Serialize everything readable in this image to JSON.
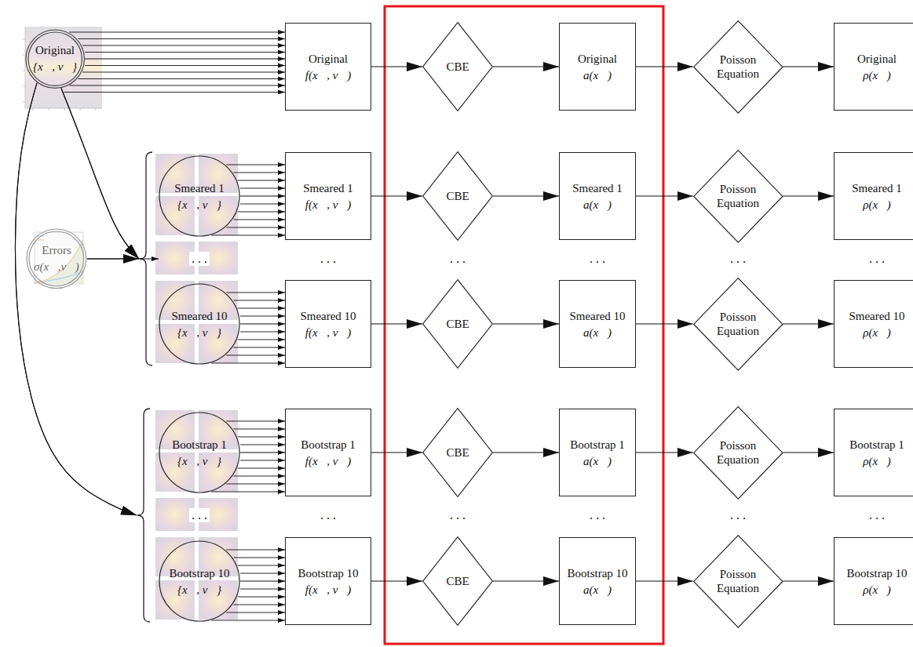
{
  "diagram": {
    "nodes": [
      {
        "text": [
          "Original",
          "{x⃗, v⃗}"
        ]
      },
      {
        "text": [
          "Original",
          "f(x⃗, v⃗)"
        ]
      },
      {
        "text": [
          "CBE"
        ]
      },
      {
        "text": [
          "Original",
          "a(x⃗)"
        ]
      },
      {
        "text": [
          "Poisson Equation"
        ]
      },
      {
        "text": [
          "Original",
          "ρ(x⃗)"
        ]
      },
      {
        "text": [
          "Errors",
          "σ(x⃗,v⃗)"
        ]
      },
      {
        "text": [
          "Smeared 1",
          "{x⃗, v⃗}"
        ]
      },
      {
        "text": [
          "Smeared 1",
          "f(x⃗, v⃗)"
        ]
      },
      {
        "text": [
          "CBE"
        ]
      },
      {
        "text": [
          "Smeared 1",
          "a(x⃗)"
        ]
      },
      {
        "text": [
          "Poisson Equation"
        ]
      },
      {
        "text": [
          "Smeared 1",
          "ρ(x⃗)"
        ]
      },
      {
        "text": [
          "Smeared 10",
          "{x⃗, v⃗}"
        ]
      },
      {
        "text": [
          "Smeared 10",
          "f(x⃗, v⃗)"
        ]
      },
      {
        "text": [
          "CBE"
        ]
      },
      {
        "text": [
          "Smeared 10",
          "a(x⃗)"
        ]
      },
      {
        "text": [
          "Poisson Equation"
        ]
      },
      {
        "text": [
          "Smeared 10",
          "ρ(x⃗)"
        ]
      },
      {
        "text": [
          "Bootstrap 1",
          "{x⃗, v⃗}"
        ]
      },
      {
        "text": [
          "Bootstrap 1",
          "f(x⃗, v⃗)"
        ]
      },
      {
        "text": [
          "CBE"
        ]
      },
      {
        "text": [
          "Bootstrap 1",
          "a(x⃗)"
        ]
      },
      {
        "text": [
          "Poisson Equation"
        ]
      },
      {
        "text": [
          "Bootstrap 1",
          "ρ(x⃗)"
        ]
      },
      {
        "text": [
          "Bootstrap 10",
          "{x⃗, v⃗}"
        ]
      },
      {
        "text": [
          "Bootstrap 10",
          "f(x⃗, v⃗)"
        ]
      },
      {
        "text": [
          "CBE"
        ]
      },
      {
        "text": [
          "Bootstrap 10",
          "a(x⃗)"
        ]
      },
      {
        "text": [
          "Poisson Equation"
        ]
      },
      {
        "text": [
          "Bootstrap 10",
          "ρ(x⃗)"
        ]
      }
    ],
    "edges": [
      {
        "from": 0,
        "to": 1,
        "arrow": "to"
      },
      {
        "from": 1,
        "to": 2,
        "arrow": "to"
      },
      {
        "from": 2,
        "to": 3,
        "arrow": "to"
      },
      {
        "from": 3,
        "to": 4,
        "arrow": "to"
      },
      {
        "from": 4,
        "to": 5,
        "arrow": "to"
      },
      {
        "from": 0,
        "to": 7,
        "arrow": "to"
      },
      {
        "from": 0,
        "to": 13,
        "arrow": "to"
      },
      {
        "from": 6,
        "to": 7,
        "arrow": "to"
      },
      {
        "from": 6,
        "to": 13,
        "arrow": "to"
      },
      {
        "from": 0,
        "to": 19,
        "arrow": "to"
      },
      {
        "from": 0,
        "to": 25,
        "arrow": "to"
      },
      {
        "from": 7,
        "to": 8,
        "arrow": "to"
      },
      {
        "from": 8,
        "to": 9,
        "arrow": "to"
      },
      {
        "from": 9,
        "to": 10,
        "arrow": "to"
      },
      {
        "from": 10,
        "to": 11,
        "arrow": "to"
      },
      {
        "from": 11,
        "to": 12,
        "arrow": "to"
      },
      {
        "from": 13,
        "to": 14,
        "arrow": "to"
      },
      {
        "from": 14,
        "to": 15,
        "arrow": "to"
      },
      {
        "from": 15,
        "to": 16,
        "arrow": "to"
      },
      {
        "from": 16,
        "to": 17,
        "arrow": "to"
      },
      {
        "from": 17,
        "to": 18,
        "arrow": "to"
      },
      {
        "from": 19,
        "to": 20,
        "arrow": "to"
      },
      {
        "from": 20,
        "to": 21,
        "arrow": "to"
      },
      {
        "from": 21,
        "to": 22,
        "arrow": "to"
      },
      {
        "from": 22,
        "to": 23,
        "arrow": "to"
      },
      {
        "from": 23,
        "to": 24,
        "arrow": "to"
      },
      {
        "from": 25,
        "to": 26,
        "arrow": "to"
      },
      {
        "from": 26,
        "to": 27,
        "arrow": "to"
      },
      {
        "from": 27,
        "to": 28,
        "arrow": "to"
      },
      {
        "from": 28,
        "to": 29,
        "arrow": "to"
      },
      {
        "from": 29,
        "to": 30,
        "arrow": "to"
      }
    ],
    "labels": [
      ". . .",
      ". . .",
      ". . .",
      ". . .",
      ". . .",
      ". . .",
      ". . .",
      ". . .",
      ". . .",
      ". . .",
      ". . .",
      ". . ."
    ]
  }
}
